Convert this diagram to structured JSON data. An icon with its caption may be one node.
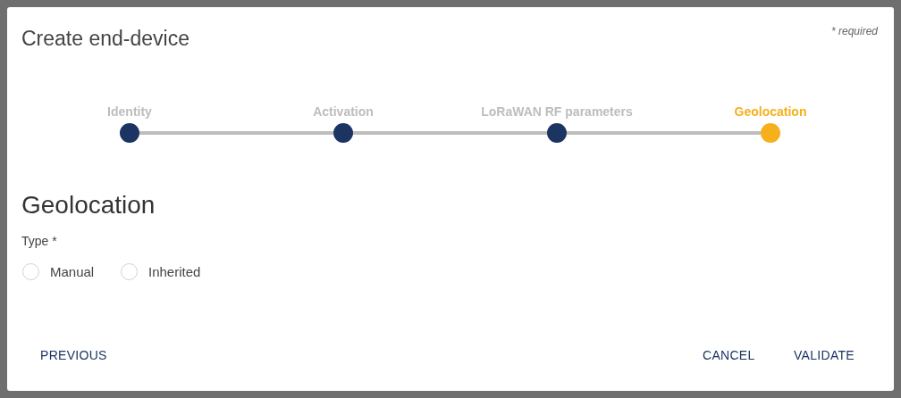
{
  "diagram": {
    "title": "Create end-device",
    "nodes": [
      {
        "text": [
          "Identity"
        ]
      },
      {
        "text": [
          "Activation"
        ]
      },
      {
        "text": [
          "LoRaWAN RF parameters"
        ]
      },
      {
        "text": [
          "Geolocation"
        ]
      }
    ],
    "edges": [
      {
        "from": 0,
        "to": 1,
        "arrow": "none"
      },
      {
        "from": 1,
        "to": 2,
        "arrow": "none"
      },
      {
        "from": 2,
        "to": 3,
        "arrow": "none"
      }
    ],
    "labels": [
      "* required",
      "Geolocation",
      "Type *",
      "Manual",
      "Inherited",
      "PREVIOUS",
      "CANCEL",
      "VALIDATE"
    ]
  }
}
